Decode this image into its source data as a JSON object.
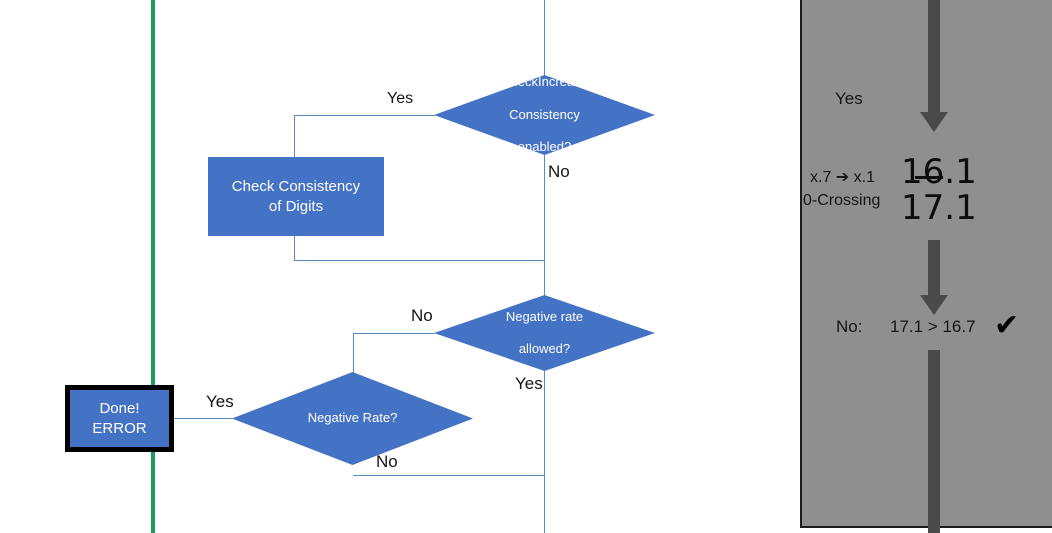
{
  "flowchart": {
    "decision_check_increase": "CheckIncrease\nConsistency\nenabled?",
    "decision_check_increase_line1": "CheckIncrease",
    "decision_check_increase_line2": "Consistency",
    "decision_check_increase_line3": "enabled?",
    "process_check_consistency_line1": "Check Consistency",
    "process_check_consistency_line2": "of Digits",
    "decision_negative_rate_allowed_line1": "Negative rate",
    "decision_negative_rate_allowed_line2": "allowed?",
    "decision_negative_rate": "Negative Rate?",
    "terminator_done_line1": "Done!",
    "terminator_done_line2": "ERROR",
    "labels": {
      "check_increase_yes": "Yes",
      "check_increase_no": "No",
      "negative_rate_allowed_no": "No",
      "negative_rate_allowed_yes": "Yes",
      "negative_rate_yes": "Yes",
      "negative_rate_no": "No"
    },
    "colors": {
      "shape_fill": "#4472C4",
      "connector": "#5b89c0",
      "divider_green": "#1a9e5e",
      "terminator_border": "#000000"
    }
  },
  "panel": {
    "label_yes": "Yes",
    "row_digit_shift": "x.7 ➔ x.1",
    "row_zero_crossing": "0-Crossing",
    "value_struck": "16.1",
    "value_current": "17.1",
    "comparison_label": "No:",
    "comparison_expression": "17.1 > 16.7",
    "comparison_check": "✔",
    "colors": {
      "background": "#8f8f8f",
      "arrow": "#4a4a4a",
      "border": "#1d1d1d"
    }
  }
}
